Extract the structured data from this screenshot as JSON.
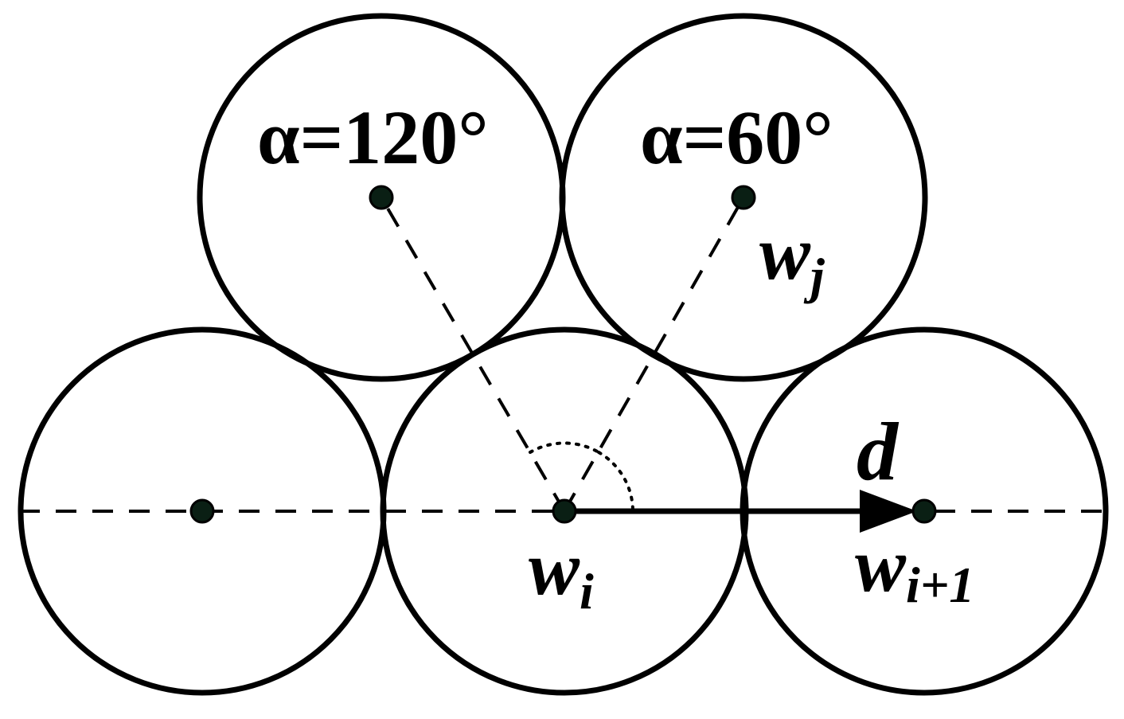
{
  "colors": {
    "stroke": "#000000",
    "node_fill": "#0a1f14",
    "background": "#ffffff"
  },
  "labels": {
    "alpha_120": "α=120°",
    "alpha_60": "α=60°",
    "w_j_base": "w",
    "w_j_sub": "j",
    "w_i_base": "w",
    "w_i_sub": "i",
    "w_next_base": "w",
    "w_next_sub": "i+1",
    "direction": "d"
  }
}
